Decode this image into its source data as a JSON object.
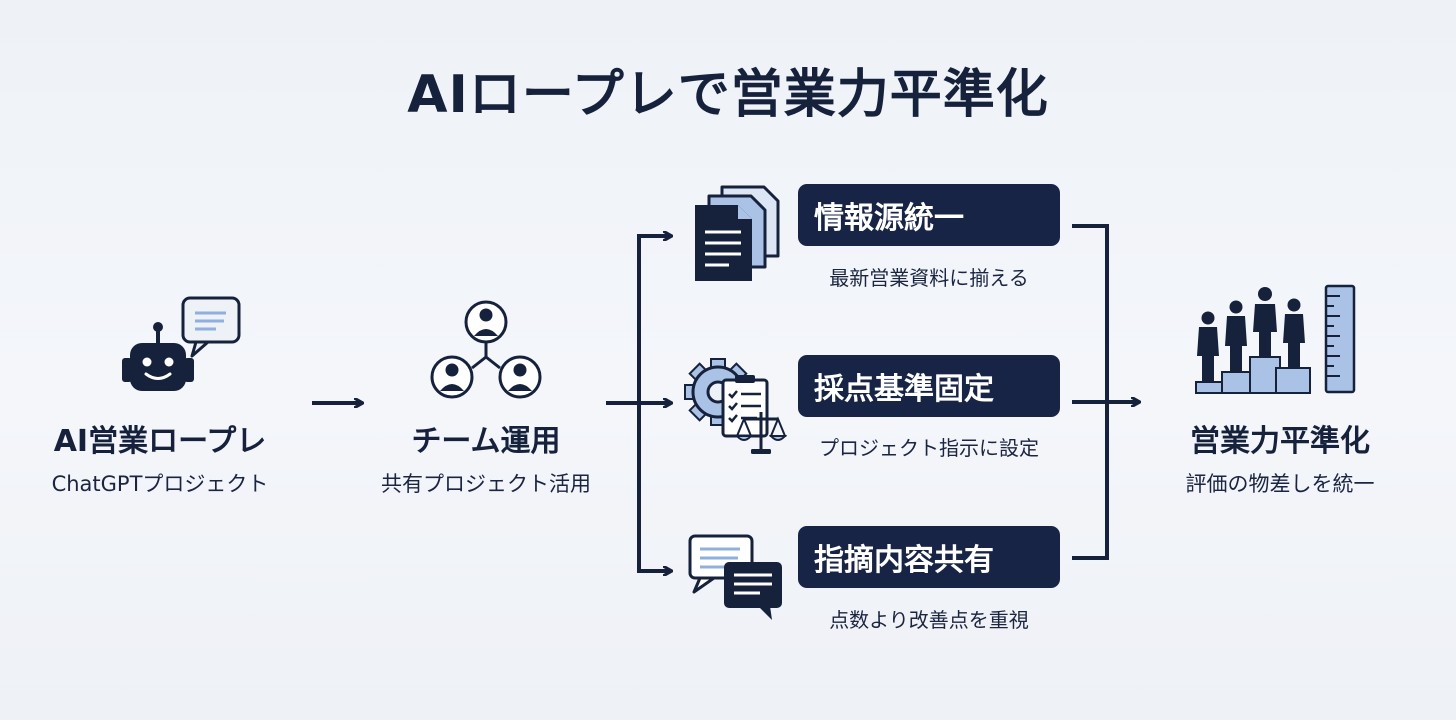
{
  "title": "AIロープレで営業力平準化",
  "nodes": {
    "roleplay": {
      "title": "AI営業ロープレ",
      "subtitle": "ChatGPTプロジェクト",
      "icon": "robot-chat-icon"
    },
    "team": {
      "title": "チーム運用",
      "subtitle": "共有プロジェクト活用",
      "icon": "team-network-icon"
    },
    "result": {
      "title": "営業力平準化",
      "subtitle": "評価の物差しを統一",
      "icon": "leveled-team-ruler-icon"
    }
  },
  "branches": [
    {
      "label": "情報源統一",
      "subtitle": "最新営業資料に揃える",
      "icon": "documents-icon"
    },
    {
      "label": "採点基準固定",
      "subtitle": "プロジェクト指示に設定",
      "icon": "gear-checklist-scale-icon"
    },
    {
      "label": "指摘内容共有",
      "subtitle": "点数より改善点を重視",
      "icon": "chat-bubbles-icon"
    }
  ],
  "colors": {
    "navy": "#172445",
    "light_blue": "#a9c2e6",
    "background": "#f2f5f9"
  }
}
